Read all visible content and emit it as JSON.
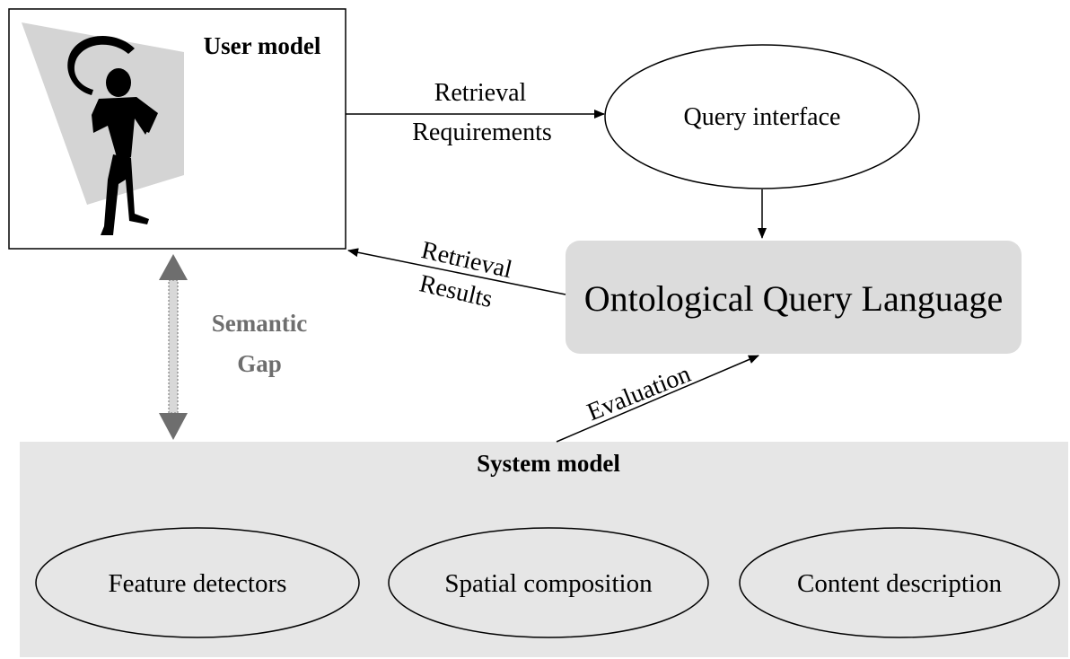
{
  "user_model": {
    "title": "User model"
  },
  "query_interface": {
    "label": "Query interface"
  },
  "ontological_query_language": {
    "label": "Ontological Query Language"
  },
  "retrieval_requirements": {
    "line1": "Retrieval",
    "line2": "Requirements"
  },
  "retrieval_results": {
    "line1": "Retrieval",
    "line2": "Results"
  },
  "evaluation": {
    "label": "Evaluation"
  },
  "semantic_gap": {
    "line1": "Semantic",
    "line2": "Gap"
  },
  "system_model": {
    "title": "System model",
    "components": [
      {
        "label": "Feature detectors"
      },
      {
        "label": "Spatial composition"
      },
      {
        "label": "Content description"
      }
    ]
  },
  "colors": {
    "stroke": "#000000",
    "panel_fill": "#e6e6e6",
    "ql_fill": "#dcdcdc",
    "gap_text": "#6e6e6e",
    "gap_arrow": "#6e6e6e",
    "silhouette_backdrop": "#d4d4d4",
    "silhouette": "#000000"
  }
}
